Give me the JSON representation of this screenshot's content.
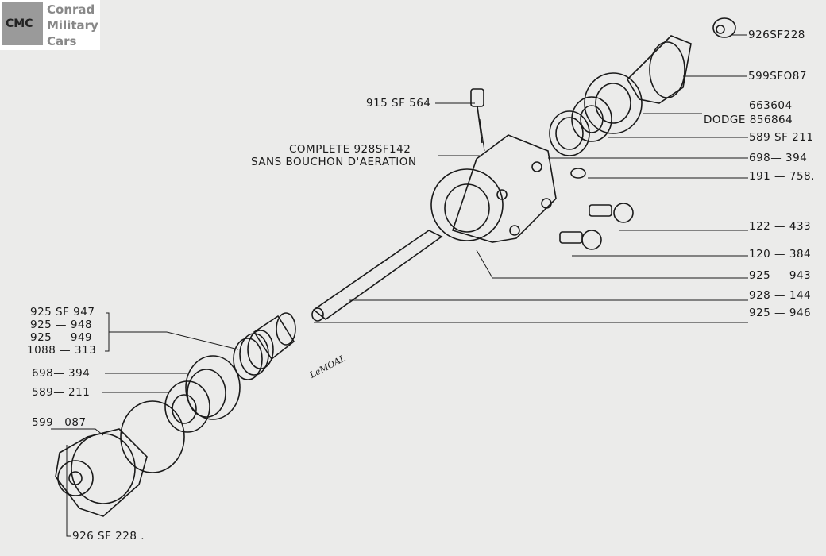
{
  "logo": {
    "mark": "CMC",
    "lines": [
      "Conrad",
      "Military",
      "Cars"
    ]
  },
  "signature": "LeMOAL",
  "labels": {
    "nut_top": "926SF228",
    "flange_top": "599SFO87",
    "seal_top_1": "663604",
    "seal_top_2": "DODGE 856864",
    "bearing_top": "589 SF 211",
    "cup_top": "698— 394",
    "fitting": "191 — 758.",
    "bolt_1": "122 — 433",
    "bolt_2": "120 — 384",
    "housing_gasket": "925 — 943",
    "shaft": "928 — 144",
    "shaft_spacer": "925 — 946",
    "breather": "915 SF 564",
    "housing_1": "COMPLETE 928SF142",
    "housing_2": "SANS BOUCHON D'AERATION",
    "shims_1": "925 SF 947",
    "shims_2": "925 — 948",
    "shims_3": "925 — 949",
    "shims_4": "1088 — 313",
    "cup_bottom": "698— 394",
    "bearing_bottom": "589— 211",
    "flange_bottom": "599—087",
    "nut_bottom": "926 SF 228 ."
  }
}
